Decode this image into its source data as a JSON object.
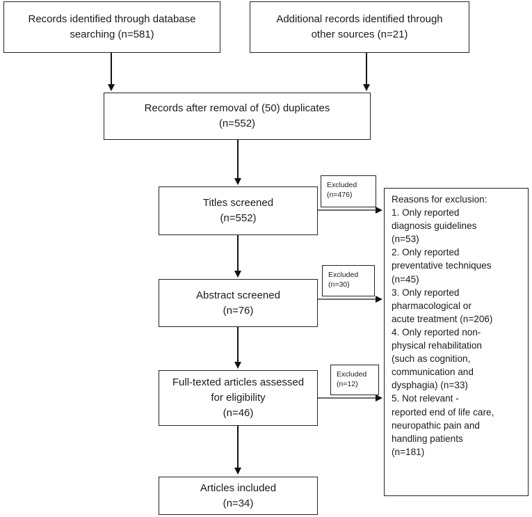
{
  "identification": {
    "database": {
      "line1": "Records identified through database",
      "line2": "searching (n=581)"
    },
    "other": {
      "line1": "Additional records identified through",
      "line2": "other sources (n=21)"
    }
  },
  "duplicates": {
    "line1": "Records after removal of (50)  duplicates",
    "line2": "(n=552)"
  },
  "titles": {
    "line1": "Titles screened",
    "line2": "(n=552)",
    "excluded_label": "Excluded",
    "excluded_count": "(n=476)"
  },
  "abstract": {
    "line1": "Abstract screened",
    "line2": "(n=76)",
    "excluded_label": "Excluded",
    "excluded_count": "(n=30)"
  },
  "fulltext": {
    "line1": "Full-texted articles assessed",
    "line2": "for eligibility",
    "line3": "(n=46)",
    "excluded_label": "Excluded",
    "excluded_count": "(n=12)"
  },
  "included": {
    "line1": "Articles included",
    "line2": "(n=34)"
  },
  "reasons": {
    "lines": [
      "Reasons for exclusion:",
      "1. Only reported",
      "diagnosis guidelines",
      "(n=53)",
      "2. Only reported",
      "preventative techniques",
      "(n=45)",
      "3. Only reported",
      "pharmacological or",
      "acute treatment (n=206)",
      "4. Only reported non-",
      "physical rehabilitation",
      "(such as cognition,",
      "communication and",
      "dysphagia) (n=33)",
      "5. Not relevant -",
      "reported end of life care,",
      "neuropathic pain and",
      "handling patients",
      "(n=181)"
    ]
  }
}
